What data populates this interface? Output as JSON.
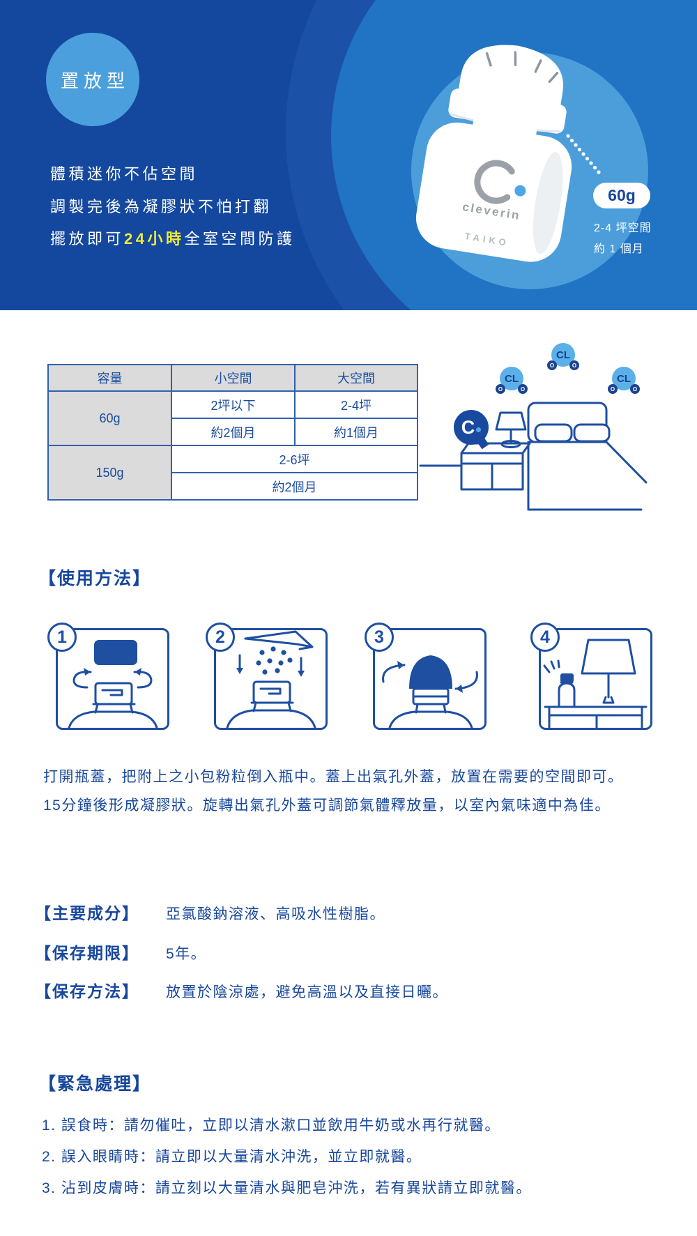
{
  "banner": {
    "type_badge": "置放型",
    "tagline_line1": "體積迷你不佔空間",
    "tagline_line2": "調製完後為凝膠狀不怕打翻",
    "tagline_line3_pre": "擺放即可",
    "tagline_line3_highlight": "24小時",
    "tagline_line3_post": "全室空間防護",
    "bottle": {
      "name": "cleverin",
      "maker": "TAIKO"
    },
    "size_badge": "60g",
    "size_note_line1": "2-4 坪空間",
    "size_note_line2": "約 1 個月"
  },
  "capacity_table": {
    "headers": [
      "容量",
      "小空間",
      "大空間"
    ],
    "row_60g": {
      "capacity": "60g",
      "small_area": "2坪以下",
      "large_area": "2-4坪",
      "small_duration": "約2個月",
      "large_duration": "約1個月"
    },
    "row_150g": {
      "capacity": "150g",
      "area": "2-6坪",
      "duration": "約2個月"
    }
  },
  "illustration": {
    "molecule_label": "CL",
    "molecule_atom": "O",
    "logo_letter": "C"
  },
  "usage": {
    "title": "【使用方法】",
    "step_numbers": [
      "1",
      "2",
      "3",
      "4"
    ],
    "description_line1": "打開瓶蓋，把附上之小包粉粒倒入瓶中。蓋上出氣孔外蓋，放置在需要的空間即可。",
    "description_line2": "15分鐘後形成凝膠狀。旋轉出氣孔外蓋可調節氣體釋放量，以室內氣味適中為佳。"
  },
  "info": {
    "ingredients_label": "【主要成分】",
    "ingredients_value": "亞氯酸鈉溶液、高吸水性樹脂。",
    "shelf_life_label": "【保存期限】",
    "shelf_life_value": "5年。",
    "storage_label": "【保存方法】",
    "storage_value": "放置於陰涼處，避免高溫以及直接日曬。"
  },
  "emergency": {
    "title": "【緊急處理】",
    "item1": "1. 誤食時：請勿催吐，立即以清水漱口並飲用牛奶或水再行就醫。",
    "item2": "2. 誤入眼睛時：請立即以大量清水沖洗，並立即就醫。",
    "item3": "3. 沾到皮膚時：請立刻以大量清水與肥皂沖洗，若有異狀請立即就醫。"
  },
  "colors": {
    "banner_bg": "#14489E",
    "banner_circle_medium": "#2173C3",
    "banner_circle_light": "#4C9EDB",
    "type_badge_bg": "#4C9FDD",
    "highlight_yellow": "#F2E93C",
    "text_navy": "#17479C",
    "table_header_bg": "#DBDBDB",
    "table_border": "#3161AE",
    "molecule_blue": "#5BB0E8",
    "line_art_navy": "#1E4FA1"
  }
}
